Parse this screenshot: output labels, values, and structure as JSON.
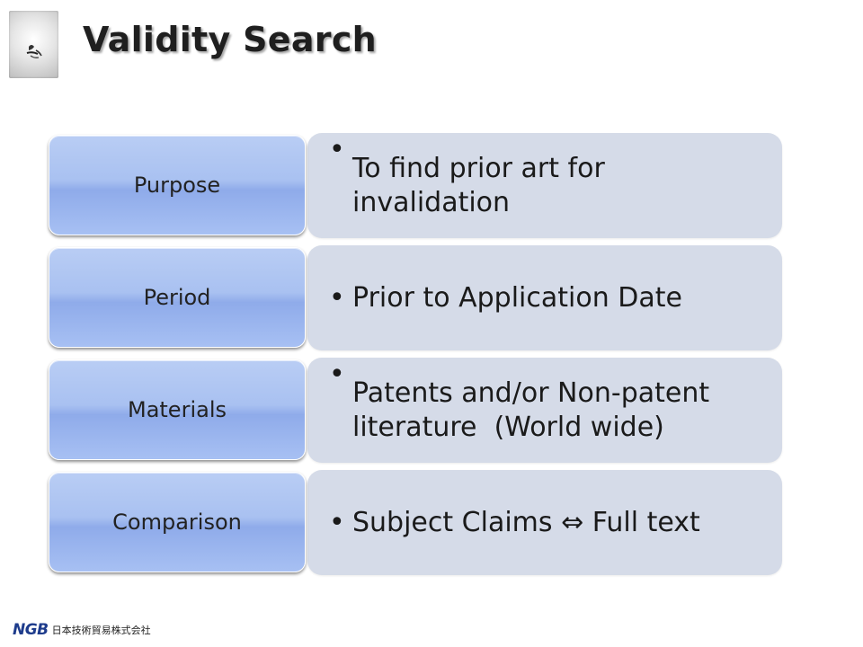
{
  "slide": {
    "title": "Validity Search",
    "title_icon": "calligraphy-photo-icon",
    "rows": [
      {
        "label": "Purpose",
        "text": "To find prior art for invalidation"
      },
      {
        "label": "Period",
        "text": "Prior to Application Date"
      },
      {
        "label": "Materials",
        "text": "Patents and/or Non-patent literature  (World wide)"
      },
      {
        "label": "Comparison",
        "text": "Subject Claims ⇔ Full text"
      }
    ],
    "bullet_char": "•"
  },
  "footer": {
    "logo_text": "NGB",
    "company_name": "日本技術貿易株式会社"
  },
  "colors": {
    "label_gradient_top": "#b9cdf4",
    "label_gradient_bottom": "#8fabea",
    "panel": "#d5dbe8",
    "logo_blue": "#1e3c8c"
  }
}
